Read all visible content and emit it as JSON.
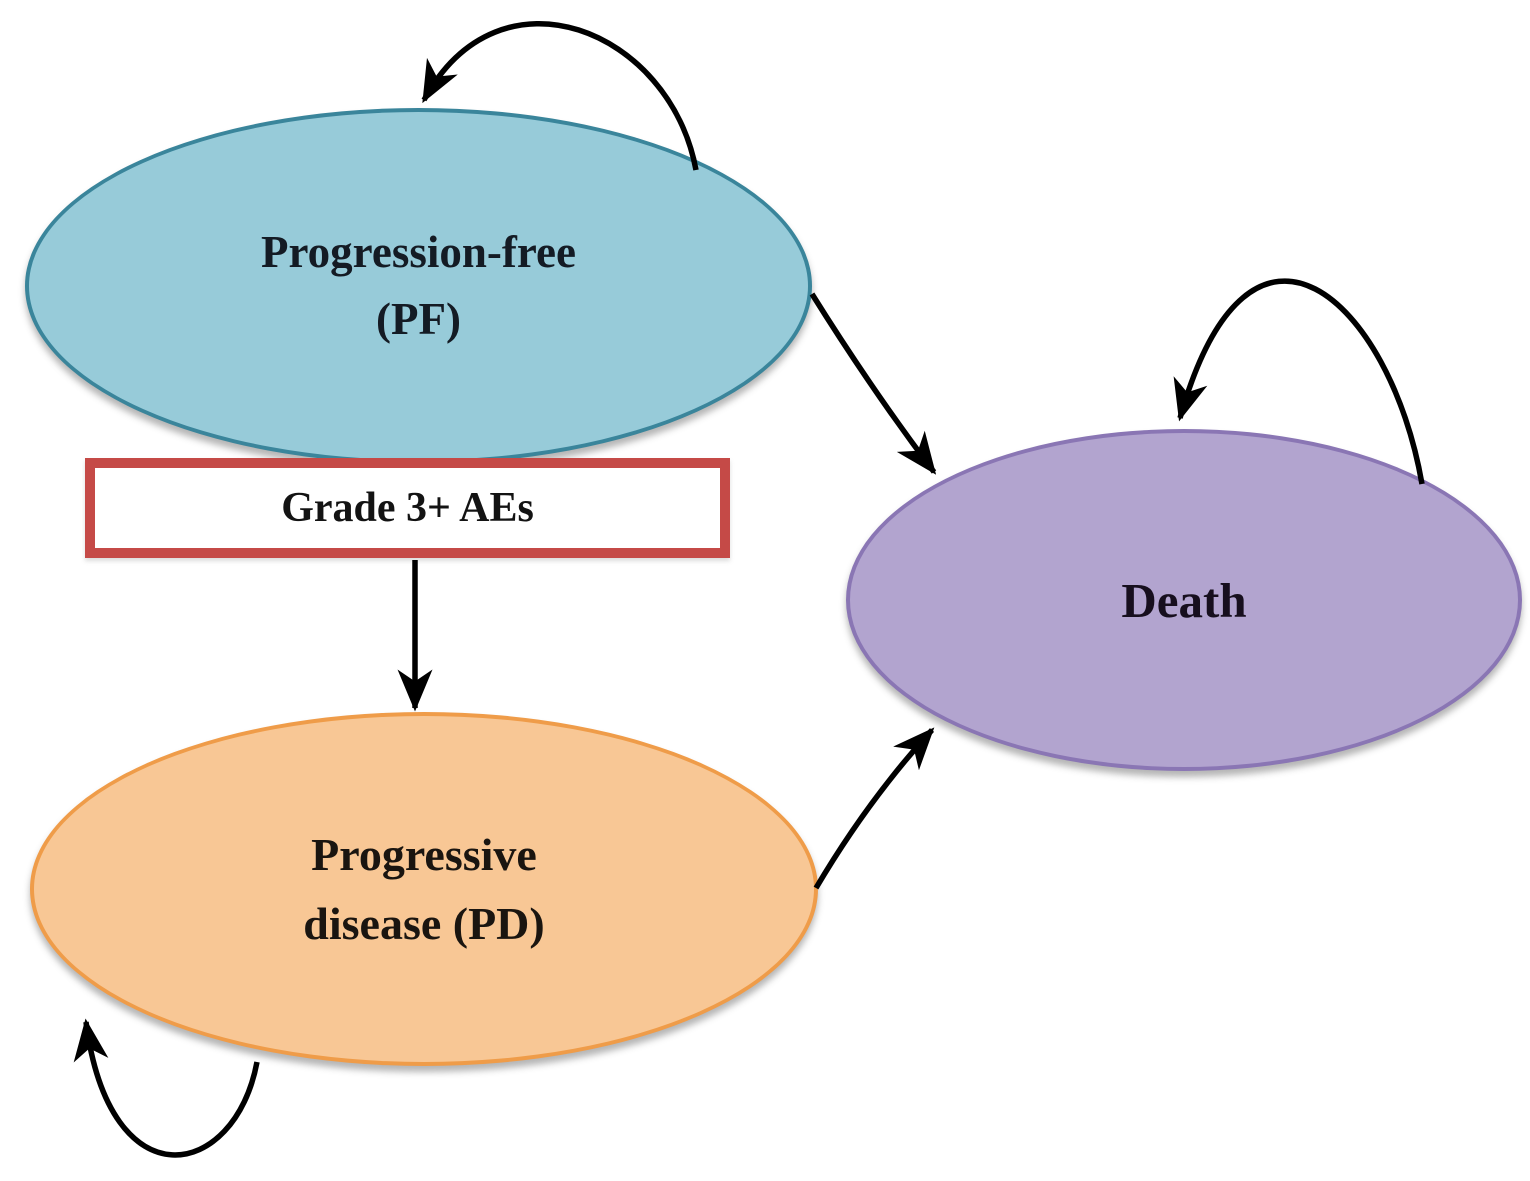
{
  "states": {
    "pf": {
      "line1": "Progression-free",
      "line2": "(PF)",
      "fill": "#97cbd9",
      "border_color": "#3a859b"
    },
    "pd": {
      "line1": "Progressive",
      "line2": "disease (PD)",
      "fill": "#f8c795",
      "border_color": "#ef9c49"
    },
    "death": {
      "label": "Death",
      "fill": "#b2a4cf",
      "border_color": "#8a76b4"
    }
  },
  "event_box": {
    "label": "Grade 3+ AEs",
    "fill": "#ffffff",
    "border_color": "#c54a47"
  },
  "arrows": {
    "color": "#000000",
    "transitions": [
      {
        "id": "pf-self-loop",
        "from": "PF",
        "to": "PF"
      },
      {
        "id": "pf-to-pd-via-grade3-aes",
        "from": "PF",
        "to": "PD"
      },
      {
        "id": "pf-to-death",
        "from": "PF",
        "to": "Death"
      },
      {
        "id": "pd-self-loop",
        "from": "PD",
        "to": "PD"
      },
      {
        "id": "pd-to-death",
        "from": "PD",
        "to": "Death"
      },
      {
        "id": "death-self-loop",
        "from": "Death",
        "to": "Death"
      }
    ]
  }
}
